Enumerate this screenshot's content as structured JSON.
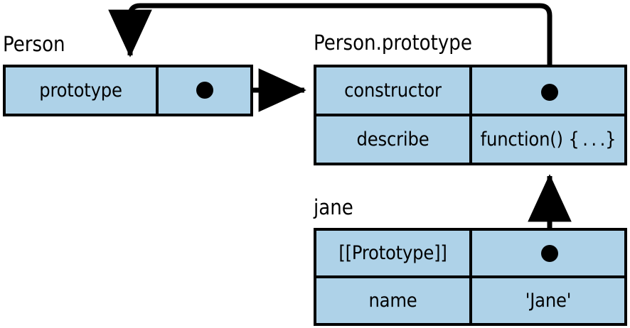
{
  "diagram": {
    "title": "JavaScript prototype chain diagram",
    "colors": {
      "box_fill": "#aed2e8",
      "stroke": "#000000",
      "background": "#ffffff"
    },
    "objects": [
      {
        "id": "person",
        "label": "Person",
        "rows": [
          {
            "key": "prototype",
            "value": "",
            "value_is_reference": true
          }
        ]
      },
      {
        "id": "person_prototype",
        "label": "Person.prototype",
        "rows": [
          {
            "key": "constructor",
            "value": "",
            "value_is_reference": true
          },
          {
            "key": "describe",
            "value": "function() { . . .}",
            "value_is_reference": false
          }
        ]
      },
      {
        "id": "jane",
        "label": "jane",
        "rows": [
          {
            "key": "[[Prototype]]",
            "value": "",
            "value_is_reference": true
          },
          {
            "key": "name",
            "value": "'Jane'",
            "value_is_reference": false
          }
        ]
      }
    ],
    "arrows": [
      {
        "id": "person-prototype-to-person-prototype-object",
        "from": "person.prototype",
        "to": "person_prototype",
        "style": "straight-right"
      },
      {
        "id": "constructor-to-person",
        "from": "person_prototype.constructor",
        "to": "person",
        "style": "routed-over-top"
      },
      {
        "id": "jane-prototype-to-person-prototype-object",
        "from": "jane.[[Prototype]]",
        "to": "person_prototype",
        "style": "straight-up"
      }
    ]
  }
}
